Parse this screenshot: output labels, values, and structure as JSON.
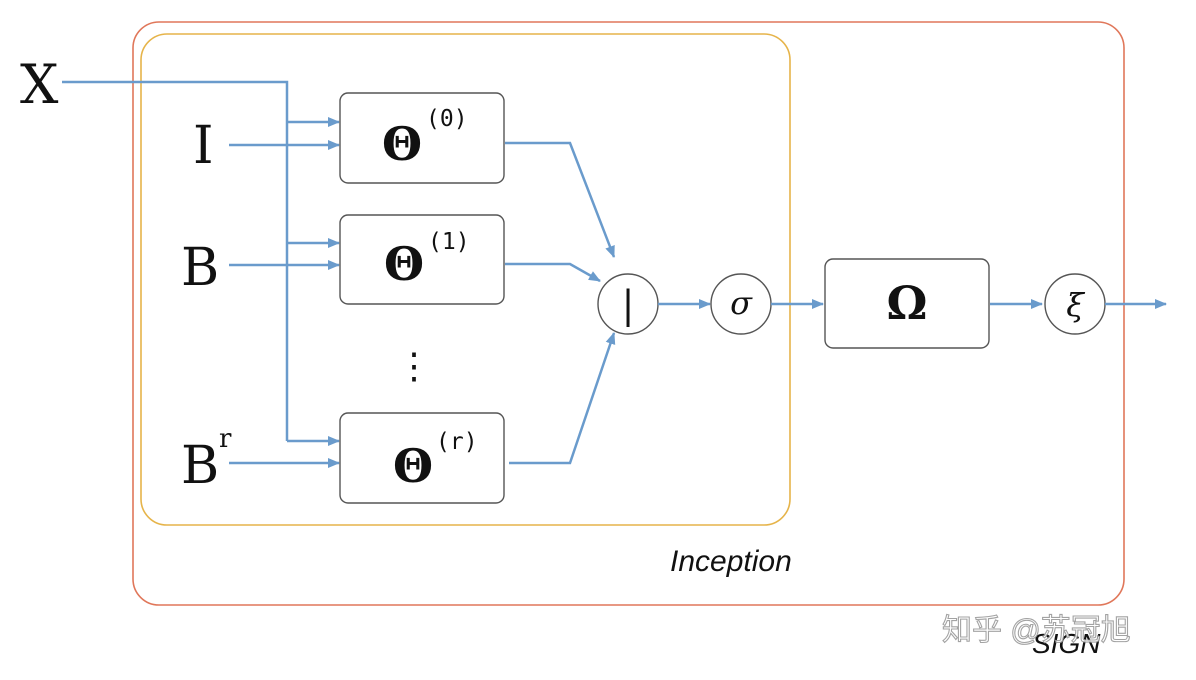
{
  "inputs": {
    "x": "X",
    "i": "I",
    "b": "B",
    "br_base": "B",
    "br_sup": "r"
  },
  "filters": [
    {
      "symbol": "Θ",
      "index": "(0)"
    },
    {
      "symbol": "Θ",
      "index": "(1)"
    },
    {
      "symbol": "Θ",
      "index": "(r)"
    }
  ],
  "ellipsis": "⋮",
  "concat_symbol": "|",
  "sigma_symbol": "σ",
  "omega_symbol": "Ω",
  "xi_symbol": "ξ",
  "labels": {
    "inception": "Inception",
    "sign": "SIGN"
  },
  "watermark": "知乎 @苏冠旭",
  "colors": {
    "arrow": "#6a9bcc",
    "inception_border": "#e6b44a",
    "sign_border": "#e0775a",
    "node_border": "#555555"
  }
}
